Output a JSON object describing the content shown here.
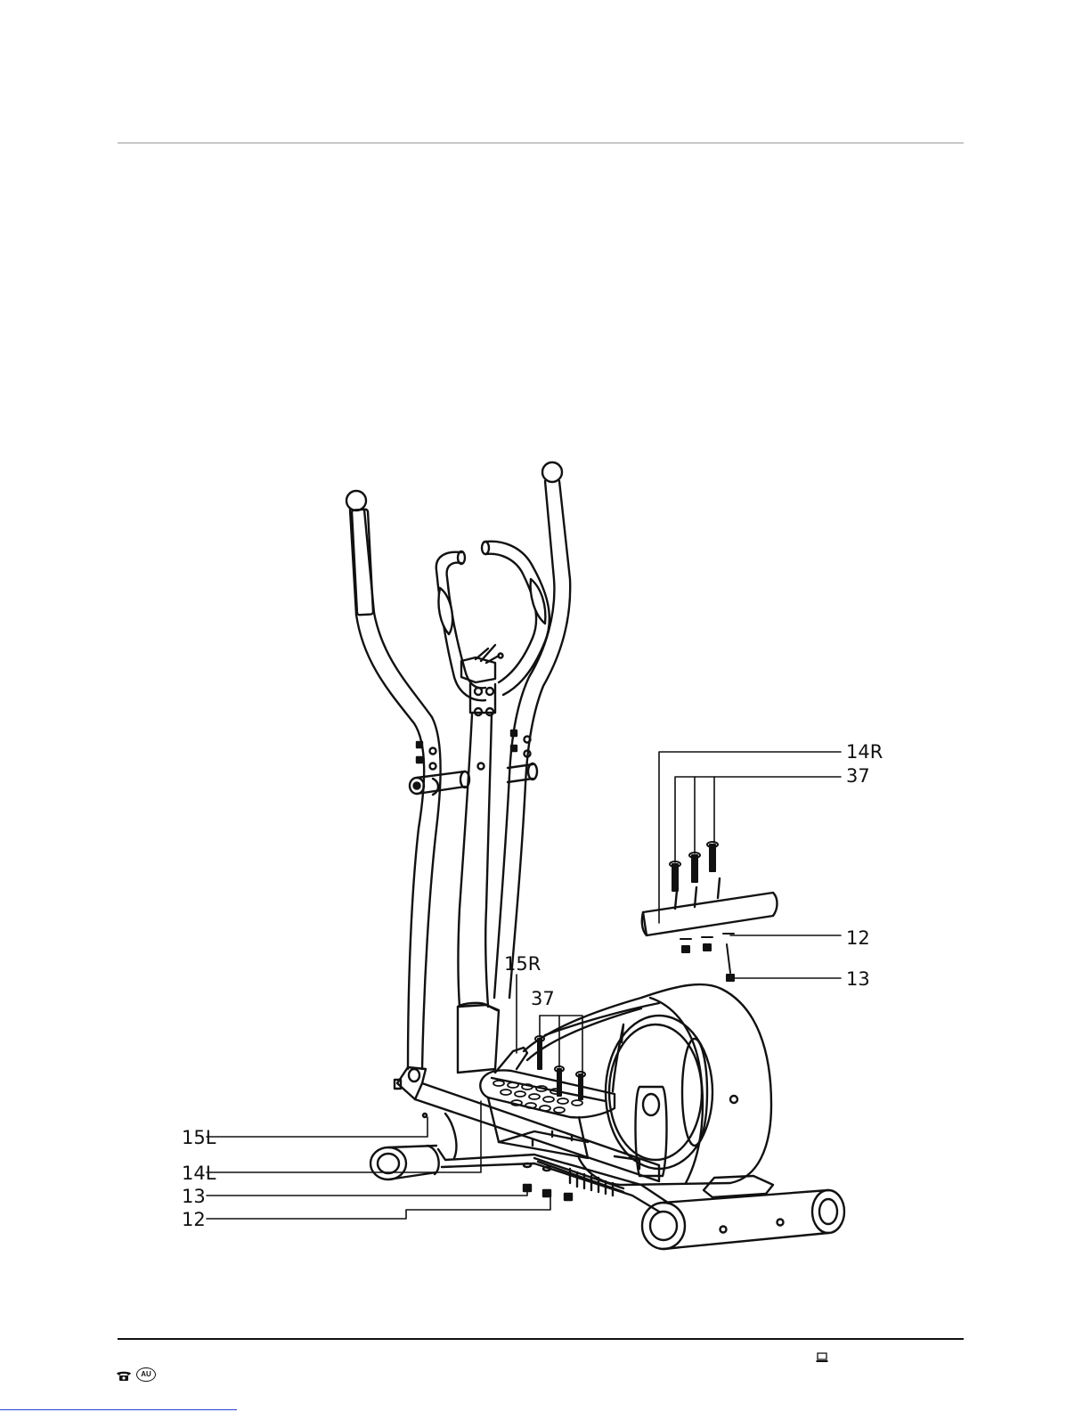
{
  "callouts": {
    "c14R": "14R",
    "c37_top": "37",
    "c12_right": "12",
    "c13_right": "13",
    "c15R": "15R",
    "c37_mid": "37",
    "c15L": "15L",
    "c14L": "14L",
    "c13_left": "13",
    "c12_left": "12"
  },
  "footer": {
    "region_badge": "AU",
    "phone_icon": "phone-icon",
    "laptop_icon": "laptop-icon"
  },
  "colors": {
    "line": "#111111",
    "rule": "#9a9a9a",
    "link": "#2b3fd6"
  }
}
